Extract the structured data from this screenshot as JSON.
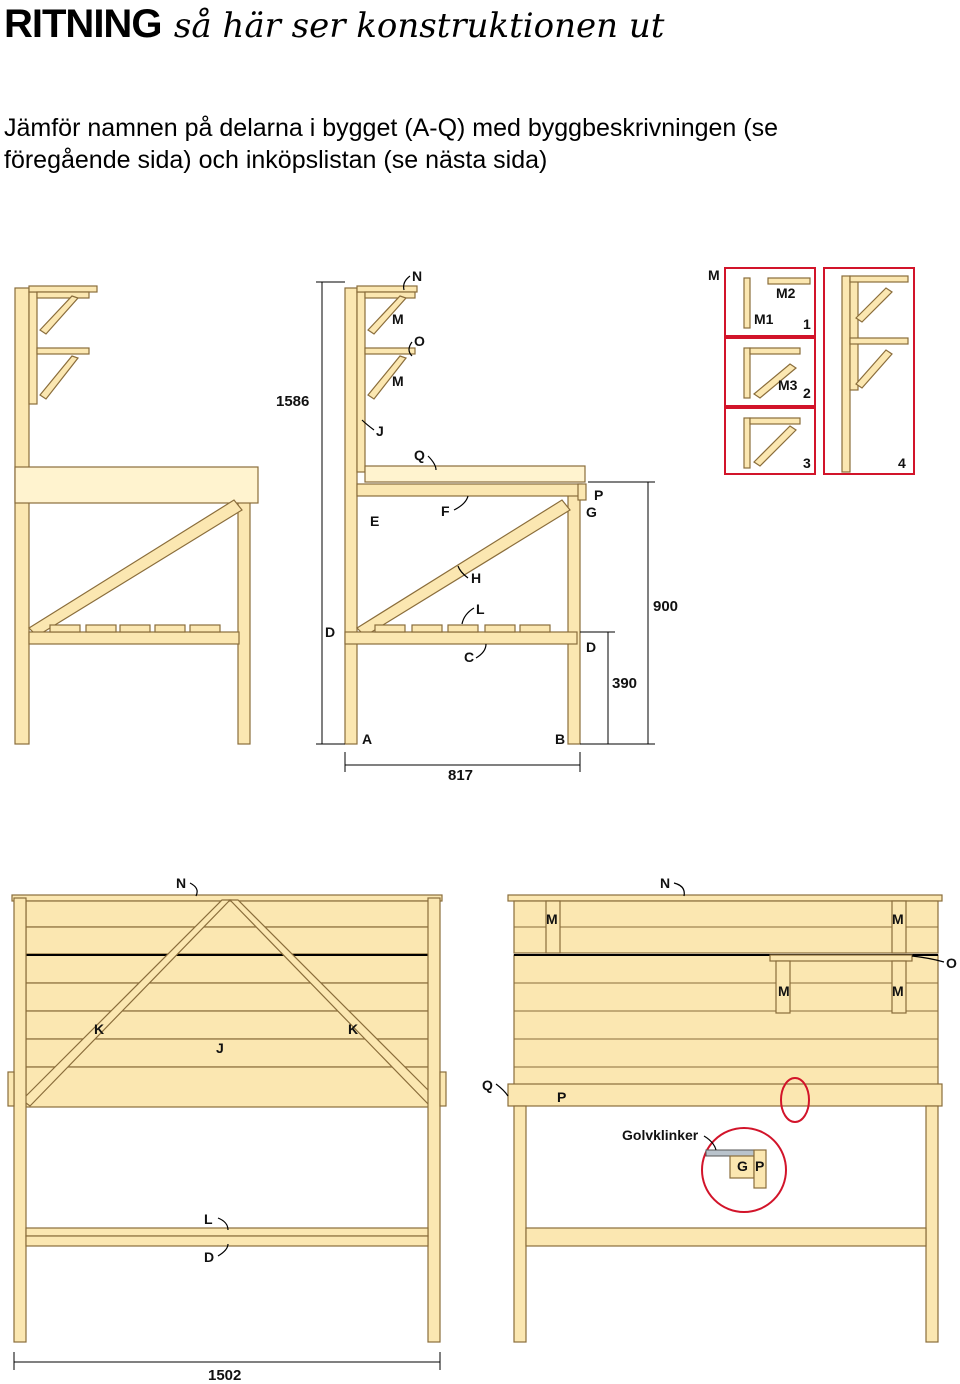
{
  "header": {
    "title": "RITNING",
    "subtitle": "så här ser konstruktionen ut"
  },
  "intro": "Jämför namnen på delarna i bygget (A-Q) med byggbeskrivningen (se föregående sida) och inköpslistan (se nästa sida)",
  "labels": {
    "A": "A",
    "B": "B",
    "C": "C",
    "D": "D",
    "E": "E",
    "F": "F",
    "G": "G",
    "H": "H",
    "J": "J",
    "K": "K",
    "L": "L",
    "M": "M",
    "N": "N",
    "O": "O",
    "P": "P",
    "Q": "Q",
    "M1": "M1",
    "M2": "M2",
    "M3": "M3"
  },
  "steps": [
    "1",
    "2",
    "3",
    "4"
  ],
  "dimensions": {
    "height": "1586",
    "table_height": "900",
    "shelf_height": "390",
    "depth": "817",
    "width": "1502"
  },
  "detail_label": "Golvklinker",
  "colors": {
    "wood": "#fbe7b1",
    "outline": "#8a6d3b",
    "highlight": "#d2142a"
  }
}
